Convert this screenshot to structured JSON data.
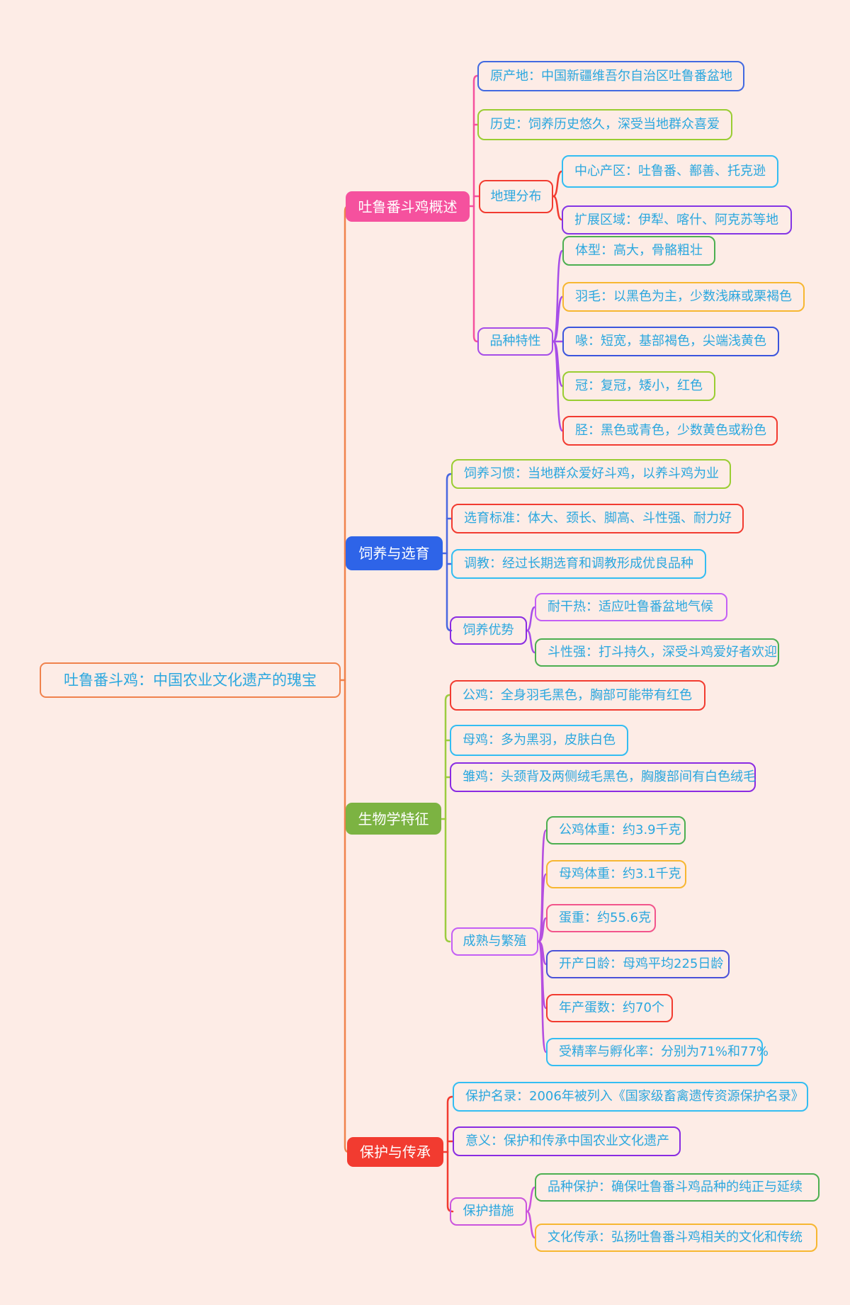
{
  "palette": {
    "canvas_background": "#fdece6",
    "node_text": "#2aa7df",
    "root_border": "#f0824c",
    "connector_root": "#f0824c",
    "connector_overview": "#f5519e",
    "connector_breeding": "#4967e0",
    "connector_biology": "#9ccc3f",
    "connector_protection": "#f23b30",
    "connector_sub_purple": "#a64de8",
    "connector_sub_violet": "#b44fe0",
    "connector_sub_orchid": "#cb54dd"
  },
  "mindmap": {
    "root": "吐鲁番斗鸡：中国农业文化遗产的瑰宝",
    "branches": [
      {
        "label": "吐鲁番斗鸡概述",
        "fill": "#f5519e",
        "children": [
          {
            "label": "原产地：中国新疆维吾尔自治区吐鲁番盆地",
            "border": "#4169e1"
          },
          {
            "label": "历史：饲养历史悠久，深受当地群众喜爱",
            "border": "#9acd32"
          },
          {
            "label": "地理分布",
            "border": "#f23b30",
            "children": [
              {
                "label": "中心产区：吐鲁番、鄯善、托克逊",
                "border": "#33bdf2"
              },
              {
                "label": "扩展区域：伊犁、喀什、阿克苏等地",
                "border": "#8435e5"
              }
            ]
          },
          {
            "label": "品种特性",
            "border": "#a64de8",
            "children": [
              {
                "label": "体型：高大，骨骼粗壮",
                "border": "#4caf50"
              },
              {
                "label": "羽毛：以黑色为主，少数浅麻或栗褐色",
                "border": "#f7b731"
              },
              {
                "label": "喙：短宽，基部褐色，尖端浅黄色",
                "border": "#3b55dd"
              },
              {
                "label": "冠：复冠，矮小，红色",
                "border": "#9acd32"
              },
              {
                "label": "胫：黑色或青色，少数黄色或粉色",
                "border": "#f23b30"
              }
            ]
          }
        ]
      },
      {
        "label": "饲养与选育",
        "fill": "#2e64e8",
        "children": [
          {
            "label": "饲养习惯：当地群众爱好斗鸡，以养斗鸡为业",
            "border": "#9acd32"
          },
          {
            "label": "选育标准：体大、颈长、脚高、斗性强、耐力好",
            "border": "#f23b30"
          },
          {
            "label": "调教：经过长期选育和调教形成优良品种",
            "border": "#33bdf2"
          },
          {
            "label": "饲养优势",
            "border": "#8a2be2",
            "children": [
              {
                "label": "耐干热：适应吐鲁番盆地气候",
                "border": "#c45ff5"
              },
              {
                "label": "斗性强：打斗持久，深受斗鸡爱好者欢迎",
                "border": "#4caf50"
              }
            ]
          }
        ]
      },
      {
        "label": "生物学特征",
        "fill": "#7cb342",
        "children": [
          {
            "label": "公鸡：全身羽毛黑色，胸部可能带有红色",
            "border": "#f23b30"
          },
          {
            "label": "母鸡：多为黑羽，皮肤白色",
            "border": "#33bdf2"
          },
          {
            "label": "雏鸡：头颈背及两侧绒毛黑色，胸腹部间有白色绒毛",
            "border": "#8a2be2"
          },
          {
            "label": "成熟与繁殖",
            "border": "#c45ff5",
            "children": [
              {
                "label": "公鸡体重：约3.9千克",
                "border": "#4caf50"
              },
              {
                "label": "母鸡体重：约3.1千克",
                "border": "#f7b731"
              },
              {
                "label": "蛋重：约55.6克",
                "border": "#f2558c"
              },
              {
                "label": "开产日龄：母鸡平均225日龄",
                "border": "#4a52d9"
              },
              {
                "label": "年产蛋数：约70个",
                "border": "#f23b30"
              },
              {
                "label": "受精率与孵化率：分别为71%和77%",
                "border": "#33bdf2"
              }
            ]
          }
        ]
      },
      {
        "label": "保护与传承",
        "fill": "#f23b30",
        "children": [
          {
            "label": "保护名录：2006年被列入《国家级畜禽遗传资源保护名录》",
            "border": "#33bdf2"
          },
          {
            "label": "意义：保护和传承中国农业文化遗产",
            "border": "#8a2be2"
          },
          {
            "label": "保护措施",
            "border": "#cb54dd",
            "children": [
              {
                "label": "品种保护：确保吐鲁番斗鸡品种的纯正与延续",
                "border": "#4caf50"
              },
              {
                "label": "文化传承：弘扬吐鲁番斗鸡相关的文化和传统",
                "border": "#f7b731"
              }
            ]
          }
        ]
      }
    ]
  }
}
